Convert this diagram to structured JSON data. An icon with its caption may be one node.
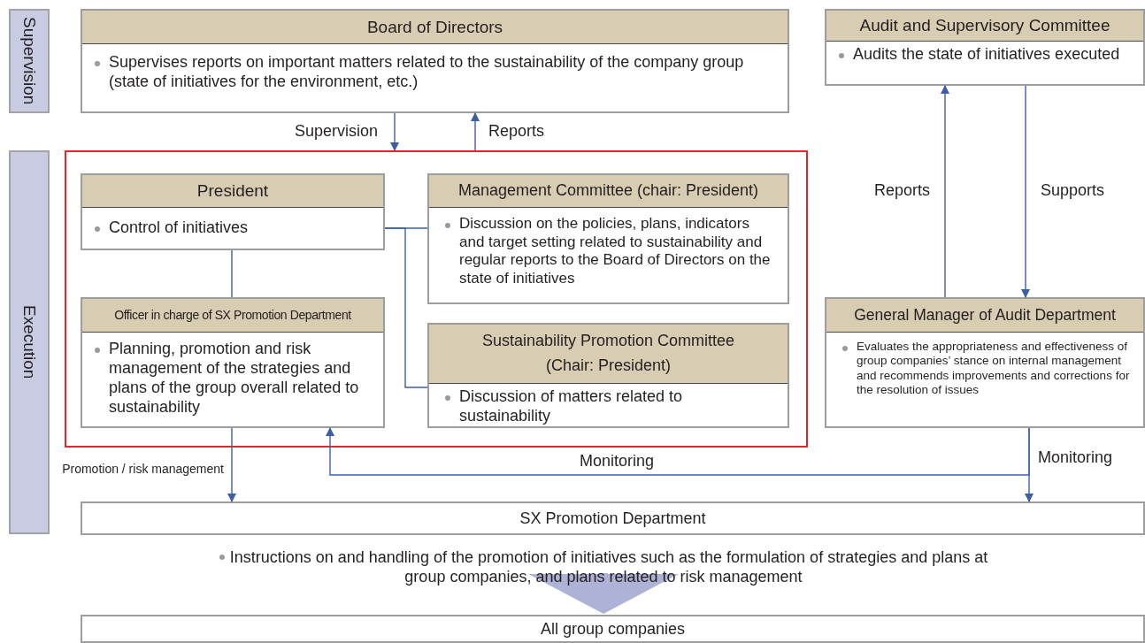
{
  "diagram": {
    "nodes": [
      {
        "text": [
          "Supervision"
        ]
      },
      {
        "text": [
          "Execution"
        ]
      },
      {
        "text": [
          "Board of Directors",
          "Supervises reports on important matters related to the sustainability of the company group (state of initiatives for the environment, etc.)"
        ]
      },
      {
        "text": [
          "Audit and Supervisory Committee",
          "Audits the state of initiatives executed"
        ]
      },
      {
        "text": [],
        "shape": "box"
      },
      {
        "text": [
          "President",
          "Control of initiatives"
        ],
        "in": 4
      },
      {
        "text": [
          "Management Committee (chair: President)",
          "Discussion on the policies, plans, indicators and target setting related to sustainability and regular reports to the Board of Directors on the state of initiatives"
        ],
        "in": 4
      },
      {
        "text": [
          "Officer in charge of SX Promotion Department",
          "Planning, promotion and risk management of the strategies and plans of the group overall related to sustainability"
        ],
        "in": 4
      },
      {
        "text": [
          "Sustainability Promotion Committee (Chair: President)",
          "Discussion of matters related to sustainability"
        ],
        "in": 4
      },
      {
        "text": [
          "General Manager of Audit Department",
          "Evaluates the appropriateness and effectiveness of group companies’ stance on internal management and recommends improvements and corrections for the resolution of issues"
        ]
      },
      {
        "text": [
          "SX Promotion Department"
        ],
        "beside": [
          "Instructions on and handling of the promotion of initiatives such as the formulation of strategies and plans at group companies, and plans related to risk management"
        ]
      },
      {
        "text": [
          "All group companies"
        ]
      }
    ],
    "edges": [
      {
        "from": 2,
        "to": 4,
        "arrow": "to",
        "label": "Supervision"
      },
      {
        "from": 4,
        "to": 2,
        "arrow": "to",
        "label": "Reports"
      },
      {
        "from": 9,
        "to": 3,
        "arrow": "to",
        "label": "Reports"
      },
      {
        "from": 3,
        "to": 9,
        "arrow": "to",
        "label": "Supports"
      },
      {
        "from": 5,
        "to": 7,
        "arrow": "none"
      },
      {
        "from": 5,
        "to": 6,
        "arrow": "none"
      },
      {
        "from": 5,
        "to": 8,
        "arrow": "none"
      },
      {
        "from": 7,
        "to": 10,
        "arrow": "to",
        "label": "Promotion / risk management"
      },
      {
        "from": 9,
        "to": 7,
        "arrow": "to",
        "label": "Monitoring"
      },
      {
        "from": 9,
        "to": 10,
        "arrow": "to",
        "label": "Monitoring"
      },
      {
        "from": 10,
        "to": 11,
        "arrow": "to",
        "style": "thick",
        "color": "#aeb2d6"
      }
    ]
  }
}
